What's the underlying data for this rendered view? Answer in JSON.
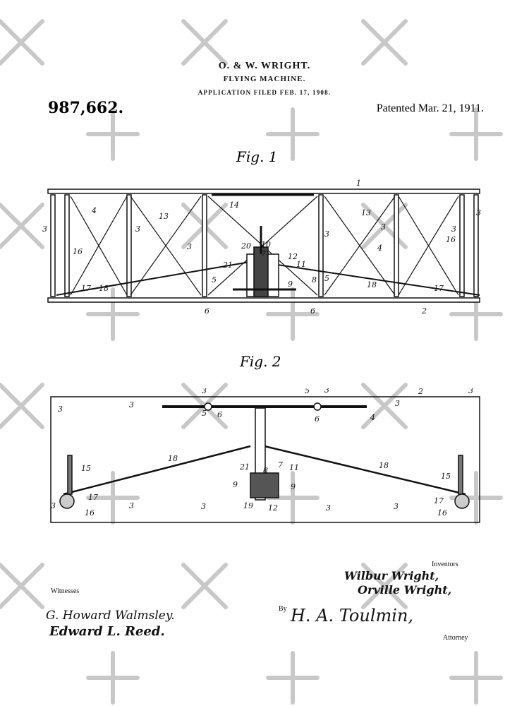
{
  "header": {
    "inventors": "O. & W. WRIGHT.",
    "title": "FLYING MACHINE.",
    "filed": "APPLICATION FILED FEB. 17, 1908.",
    "patent_number": "987,662.",
    "patented": "Patented Mar. 21, 1911."
  },
  "figures": {
    "fig1_label": "Fig. 1",
    "fig2_label": "Fig. 2",
    "fig1_refs": [
      "1",
      "3",
      "4",
      "13",
      "3",
      "14",
      "3",
      "13",
      "3",
      "3",
      "3",
      "16",
      "3",
      "20",
      "10",
      "7",
      "12",
      "11",
      "4",
      "16",
      "21",
      "5",
      "9",
      "8",
      "5",
      "17",
      "18",
      "6",
      "6",
      "18",
      "17",
      "2"
    ],
    "fig2_refs": [
      "3",
      "3",
      "3",
      "5",
      "3",
      "2",
      "3",
      "5",
      "6",
      "6",
      "4",
      "15",
      "18",
      "18",
      "15",
      "21",
      "8",
      "7",
      "11",
      "9",
      "9",
      "17",
      "16",
      "19",
      "12",
      "17",
      "16",
      "3",
      "3",
      "3",
      "3",
      "3",
      "3"
    ]
  },
  "signatures": {
    "witnesses_label": "Witnesses",
    "witness1": "G. Howard Walmsley.",
    "witness2": "Edward L. Reed.",
    "inventors_label": "Inventors",
    "inventor1": "Wilbur Wright,",
    "inventor2": "Orville Wright,",
    "by_label": "By",
    "attorney": "H. A. Toulmin,",
    "attorney_label": "Attorney"
  },
  "watermark": {
    "color": "#c8c8c8",
    "icons": [
      "x-mark-icon",
      "plus-mark-icon"
    ]
  }
}
